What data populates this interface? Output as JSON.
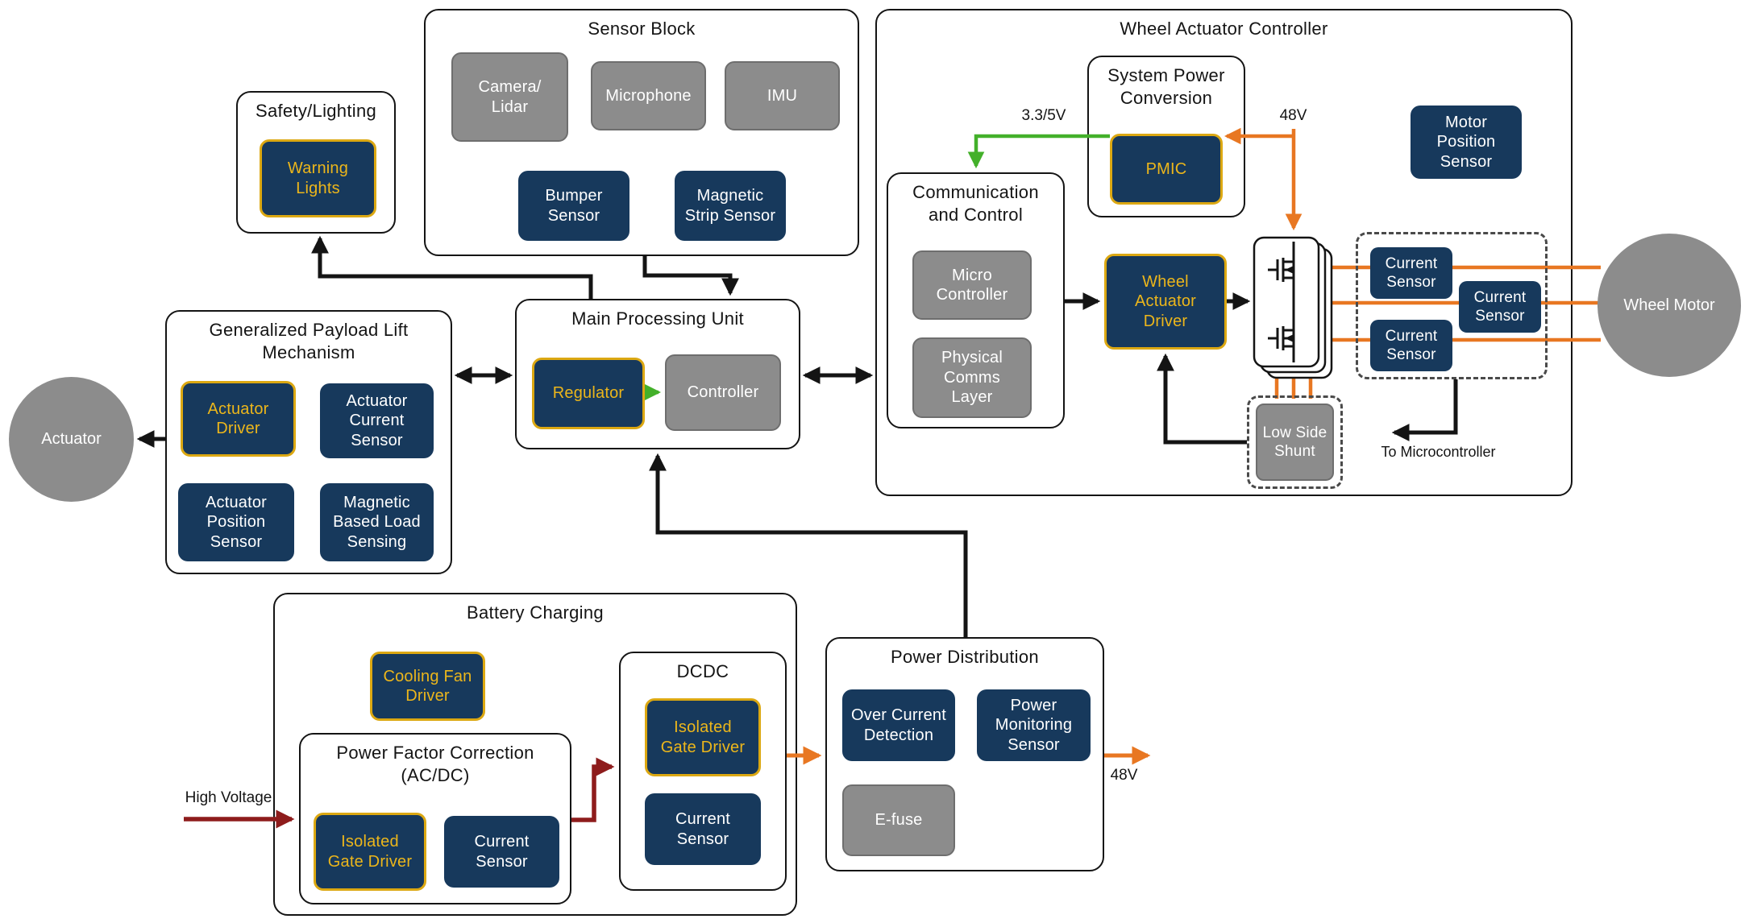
{
  "colors": {
    "navy": "#17395c",
    "gray": "#8c8c8c",
    "gold": "#e3ac14",
    "green": "#43b02a",
    "orange": "#e87722",
    "dark_red": "#8e1c1c",
    "wire_black": "#141414"
  },
  "labels": {
    "rail_3v3_5v": "3.3/5V",
    "rail_48v": "48V",
    "out_48v": "48V",
    "to_microcontroller": "To Microcontroller",
    "high_voltage": "High Voltage"
  },
  "blocks": {
    "sensor_block": {
      "title": "Sensor Block",
      "camera_lidar": "Camera/ Lidar",
      "microphone": "Microphone",
      "imu": "IMU",
      "bumper_sensor": "Bumper Sensor",
      "magnetic_strip_sensor": "Magnetic Strip Sensor"
    },
    "safety_lighting": {
      "title": "Safety/Lighting",
      "warning_lights": "Warning Lights"
    },
    "wheel_actuator_controller": {
      "title": "Wheel Actuator Controller",
      "system_power_conversion": {
        "title": "System Power Conversion",
        "pmic": "PMIC"
      },
      "communication_and_control": {
        "title": "Communication and Control",
        "micro_controller": "Micro Controller",
        "physical_comms_layer": "Physical Comms Layer"
      },
      "wheel_actuator_driver": "Wheel Actuator Driver",
      "motor_position_sensor": "Motor Position Sensor",
      "current_sensor_a": "Current Sensor",
      "current_sensor_b": "Current Sensor",
      "current_sensor_c": "Current Sensor",
      "low_side_shunt": "Low Side Shunt"
    },
    "wheel_motor": "Wheel Motor",
    "actuator": "Actuator",
    "payload_lift": {
      "title": "Generalized Payload Lift Mechanism",
      "actuator_driver": "Actuator Driver",
      "actuator_current_sensor": "Actuator Current Sensor",
      "actuator_position_sensor": "Actuator Position Sensor",
      "magnetic_based_load_sensing": "Magnetic Based Load Sensing"
    },
    "main_processing_unit": {
      "title": "Main Processing Unit",
      "regulator": "Regulator",
      "controller": "Controller"
    },
    "battery_charging": {
      "title": "Battery Charging",
      "cooling_fan_driver": "Cooling Fan Driver",
      "pfc": {
        "title": "Power Factor Correction (AC/DC)",
        "isolated_gate_driver": "Isolated Gate Driver",
        "current_sensor": "Current Sensor"
      },
      "dcdc": {
        "title": "DCDC",
        "isolated_gate_driver": "Isolated Gate Driver",
        "current_sensor": "Current Sensor"
      }
    },
    "power_distribution": {
      "title": "Power Distribution",
      "over_current_detection": "Over Current Detection",
      "power_monitoring_sensor": "Power Monitoring Sensor",
      "e_fuse": "E-fuse"
    }
  }
}
